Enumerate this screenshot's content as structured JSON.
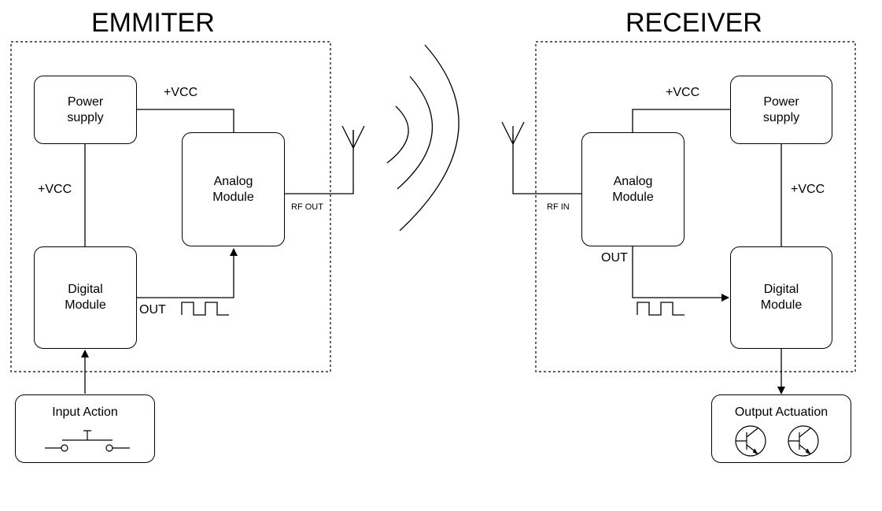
{
  "emitter": {
    "title": "EMMITER",
    "power_supply": [
      "Power",
      "supply"
    ],
    "analog_module": [
      "Analog",
      "Module"
    ],
    "digital_module": [
      "Digital",
      "Module"
    ],
    "vcc_top": "+VCC",
    "vcc_left": "+VCC",
    "out_label": "OUT",
    "rf_label": "RF OUT"
  },
  "receiver": {
    "title": "RECEIVER",
    "power_supply": [
      "Power",
      "supply"
    ],
    "analog_module": [
      "Analog",
      "Module"
    ],
    "digital_module": [
      "Digital",
      "Module"
    ],
    "vcc_top": "+VCC",
    "vcc_right": "+VCC",
    "out_label": "OUT",
    "rf_label": "RF IN"
  },
  "input_action": {
    "label": "Input Action",
    "icon": "push-button-switch-icon"
  },
  "output_actuation": {
    "label": "Output Actuation",
    "icon": "transistor-icon"
  }
}
